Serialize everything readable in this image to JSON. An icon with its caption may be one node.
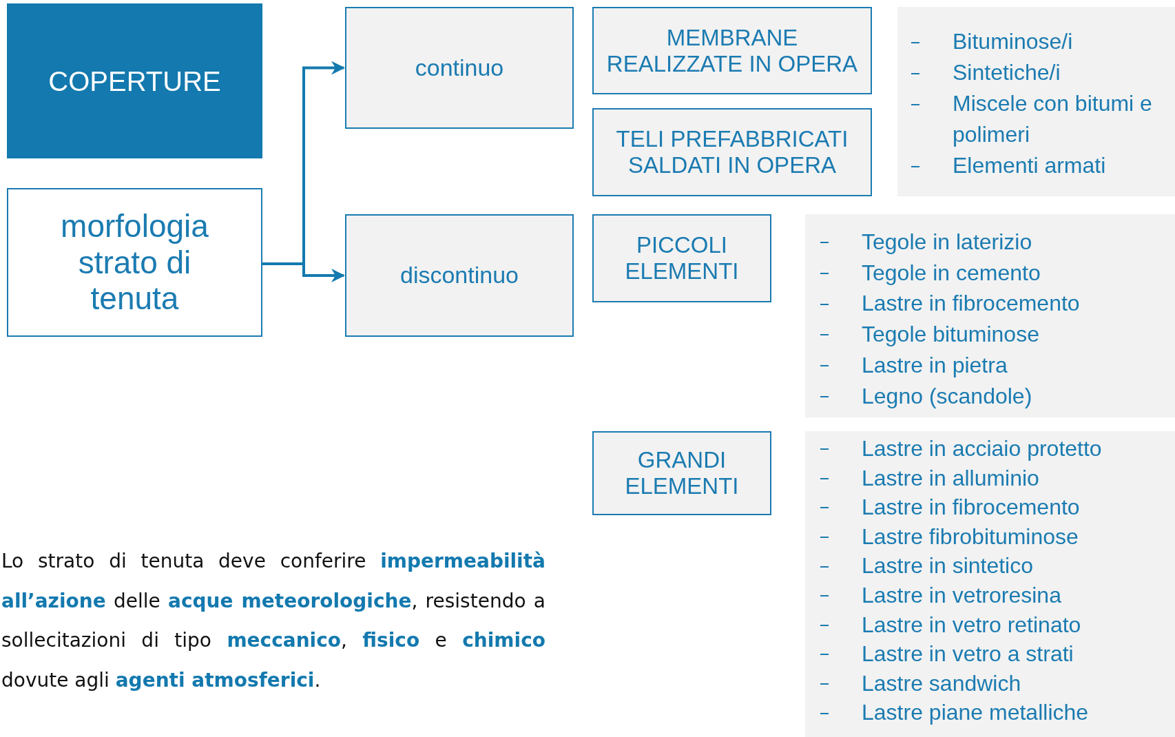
{
  "diagram": {
    "nodes": [
      {
        "text": [
          "COPERTURE"
        ]
      },
      {
        "text": [
          "morfologia strato di tenuta"
        ]
      },
      {
        "text": [
          "continuo"
        ]
      },
      {
        "text": [
          "discontinuo"
        ]
      },
      {
        "text": [
          "MEMBRANE REALIZZATE IN OPERA"
        ]
      },
      {
        "text": [
          "TELI PREFABBRICATI SALDATI IN OPERA"
        ]
      },
      {
        "text": [
          "Bituminose/i",
          "Sintetiche/i",
          "Miscele con bitumi e polimeri",
          "Elementi armati"
        ]
      },
      {
        "text": [
          "PICCOLI ELEMENTI"
        ]
      },
      {
        "text": [
          "Tegole in laterizio",
          "Tegole in cemento",
          "Lastre in fibrocemento",
          "Tegole bituminose",
          "Lastre in pietra",
          "Legno (scandole)"
        ]
      },
      {
        "text": [
          "GRANDI ELEMENTI"
        ]
      },
      {
        "text": [
          "Lastre in acciaio protetto",
          "Lastre in alluminio",
          "Lastre in fibrocemento",
          "Lastre fibrobituminose",
          "Lastre in sintetico",
          "Lastre in vetroresina",
          "Lastre in vetro retinato",
          "Lastre in vetro a strati",
          "Lastre sandwich",
          "Lastre piane metalliche"
        ]
      }
    ],
    "edges": [
      {
        "from": 1,
        "to": 2,
        "arrow": "to"
      },
      {
        "from": 1,
        "to": 3,
        "arrow": "to"
      }
    ],
    "labels": [
      "Lo strato di tenuta deve conferire **impermeabilità all’azione** delle **acque meteorologiche**, resistendo a sollecitazioni di tipo **meccanico**, **fisico** e **chimico** dovute agli **agenti atmosferici**."
    ]
  }
}
